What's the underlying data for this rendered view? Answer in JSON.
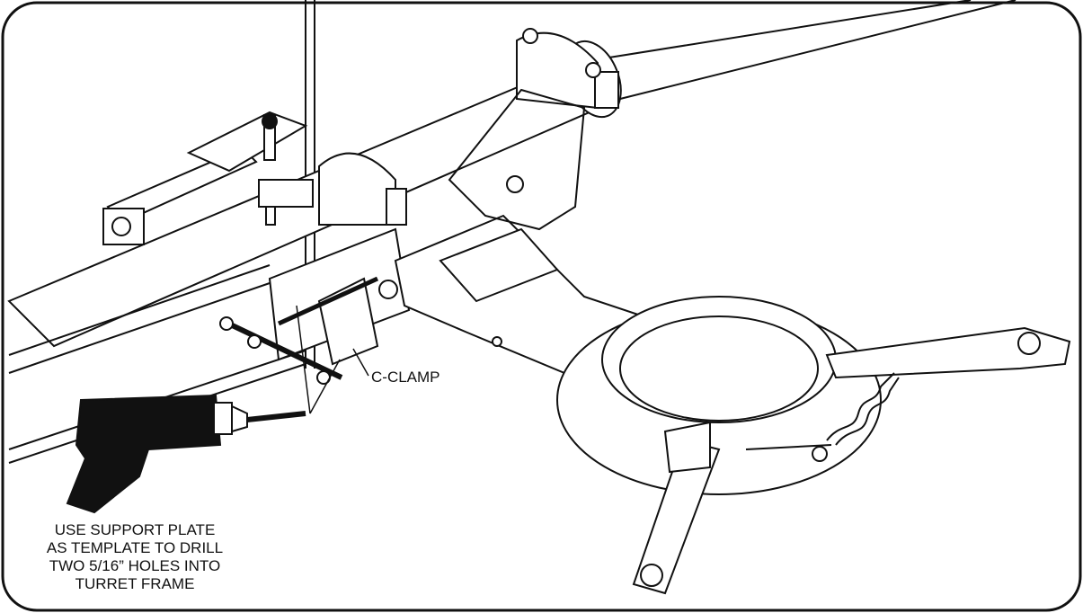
{
  "labels": {
    "c_clamp": "C-CLAMP"
  },
  "instruction": {
    "lines": [
      "USE SUPPORT PLATE",
      "AS TEMPLATE TO DRILL",
      "TWO 5/16” HOLES INTO",
      "TURRET FRAME"
    ]
  }
}
